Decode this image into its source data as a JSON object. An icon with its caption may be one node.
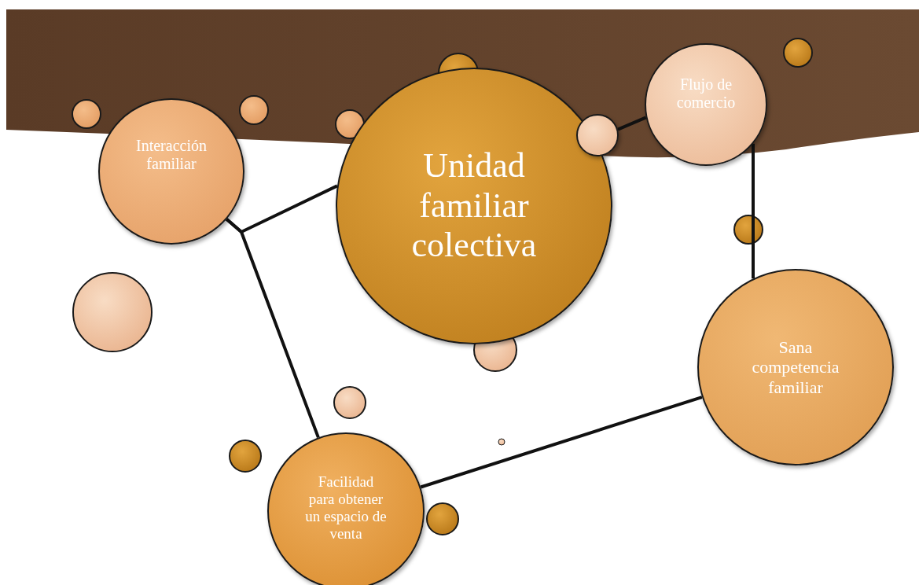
{
  "diagram": {
    "nodes": [
      {
        "text": [
          "Interacción familiar"
        ]
      },
      {
        "text": [
          "Unidad familiar colectiva"
        ]
      },
      {
        "text": [],
        "shape": "circle"
      },
      {
        "text": [
          "Flujo de comercio"
        ]
      },
      {
        "text": [
          "Sana competencia familiar"
        ]
      },
      {
        "text": [
          "Facilidad para obtener un espacio de venta"
        ]
      }
    ],
    "edges": [
      {
        "from": 1,
        "to": 0,
        "arrow": "none"
      },
      {
        "from": 0,
        "to": 5,
        "arrow": "none"
      },
      {
        "from": 5,
        "to": 4,
        "arrow": "none"
      },
      {
        "from": 2,
        "to": 3,
        "arrow": "none"
      },
      {
        "from": 3,
        "to": 4,
        "arrow": "none"
      }
    ]
  }
}
